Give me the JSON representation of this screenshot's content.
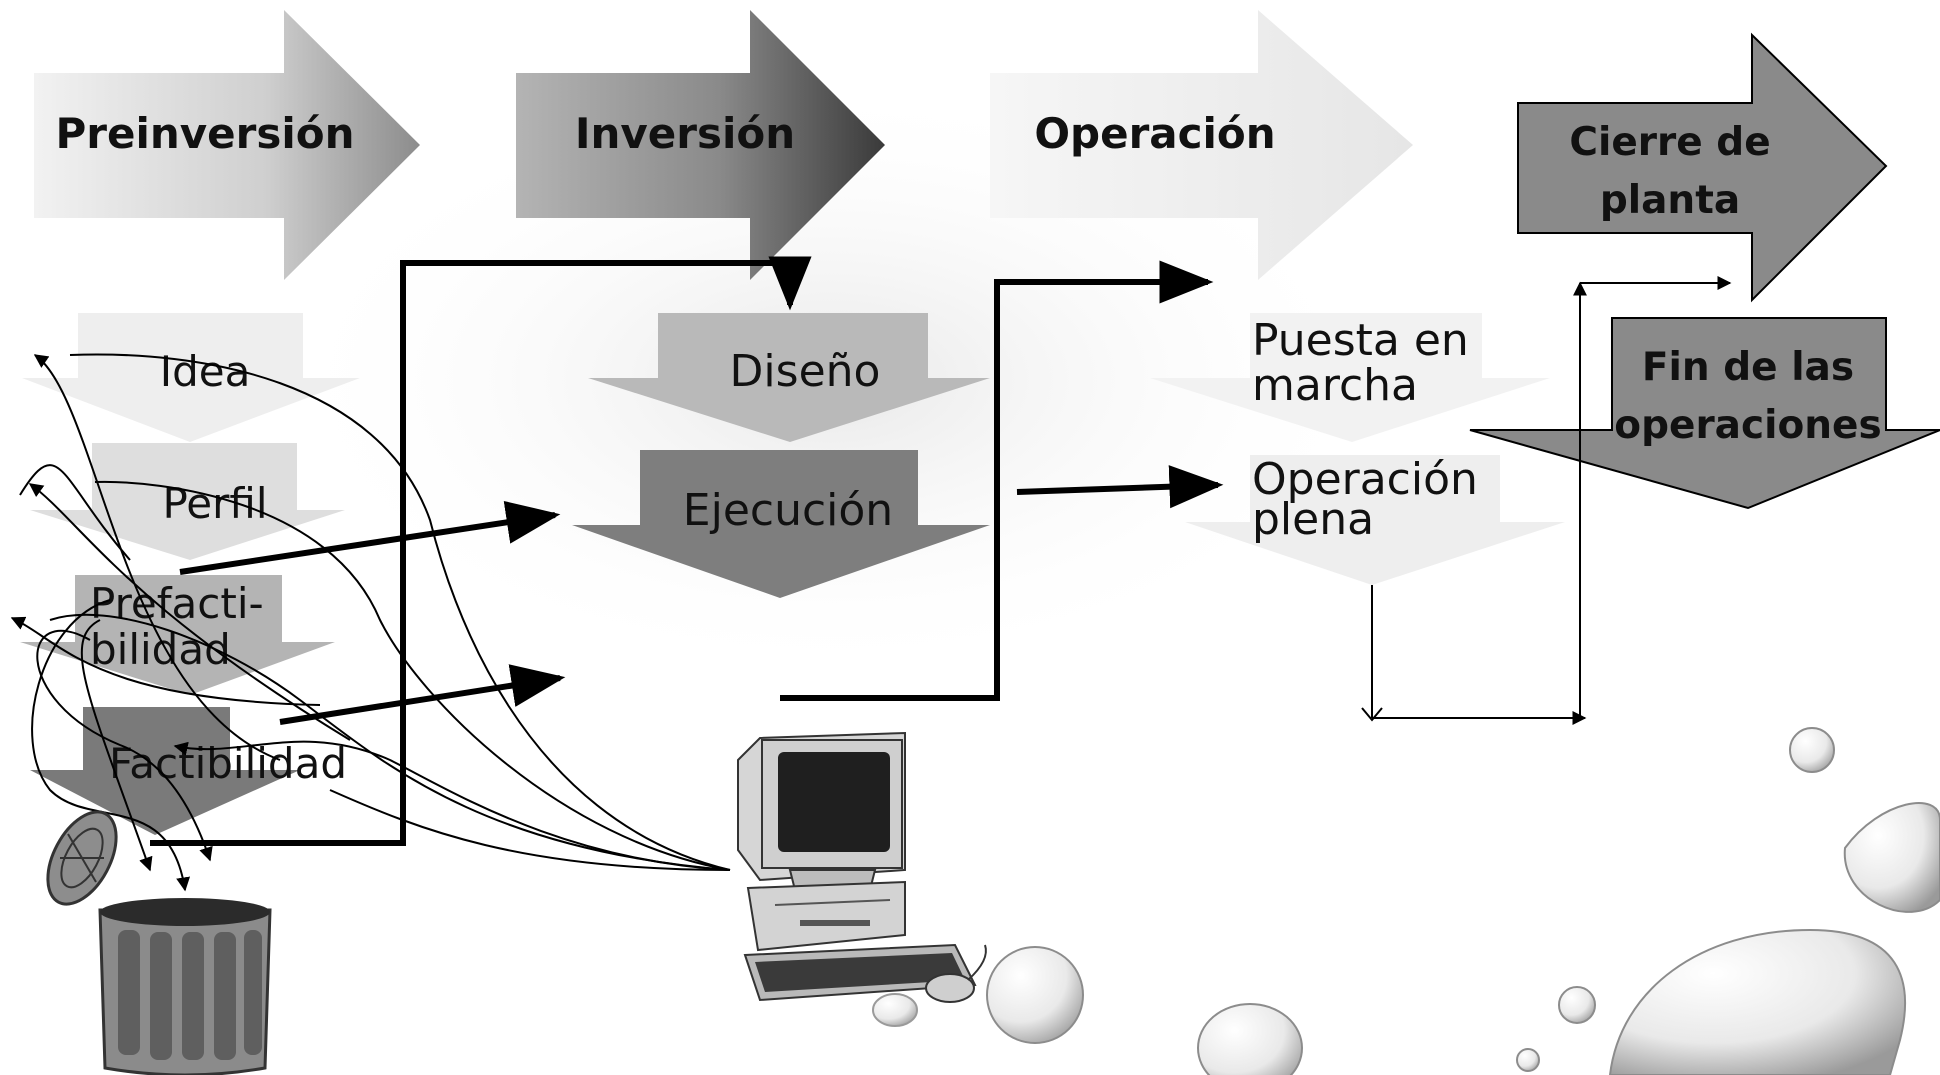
{
  "phases": [
    {
      "id": "preinversion",
      "label": "Preinversión"
    },
    {
      "id": "inversion",
      "label": "Inversión"
    },
    {
      "id": "operacion",
      "label": "Operación"
    },
    {
      "id": "cierre",
      "lines": [
        "Cierre de",
        "planta"
      ]
    }
  ],
  "stages": {
    "idea": "Idea",
    "perfil": "Perfil",
    "prefactibilidad": [
      "Prefacti-",
      "bilidad"
    ],
    "factibilidad": "Factibilidad",
    "diseno": "Diseño",
    "ejecucion": "Ejecución",
    "puesta": [
      "Puesta en",
      "marcha"
    ],
    "operacion_plena": [
      "Operación",
      "plena"
    ],
    "fin": [
      "Fin de las",
      "operaciones"
    ]
  },
  "icons": {
    "trash": "trash-can-icon",
    "computer": "computer-icon",
    "drops": "water-drops-decoration"
  }
}
